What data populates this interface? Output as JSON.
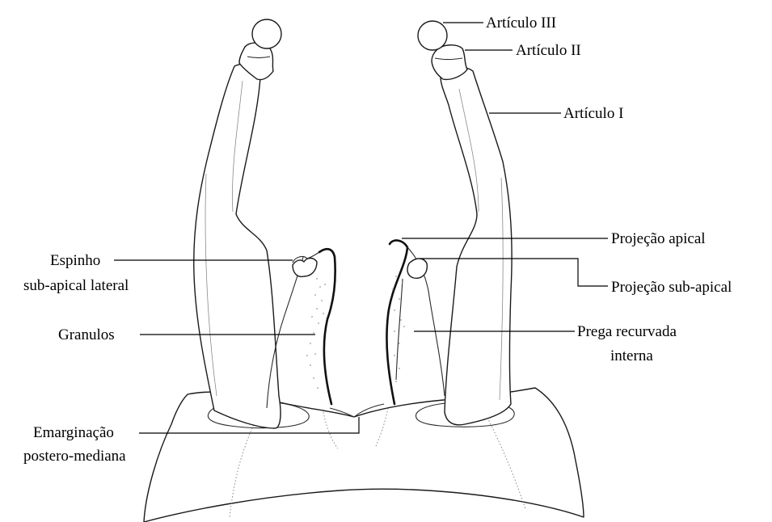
{
  "labels": {
    "articulo_iii": "Artículo III",
    "articulo_ii": "Artículo II",
    "articulo_i": "Artículo I",
    "projecao_apical": "Projeção apical",
    "projecao_subapical": "Projeção sub-apical",
    "prega_line1": "Prega recurvada",
    "prega_line2": "interna",
    "espinho_line1": "Espinho",
    "espinho_line2": "sub-apical lateral",
    "granulos": "Granulos",
    "emarginacao_line1": "Emarginação",
    "emarginacao_line2": "postero-mediana"
  }
}
